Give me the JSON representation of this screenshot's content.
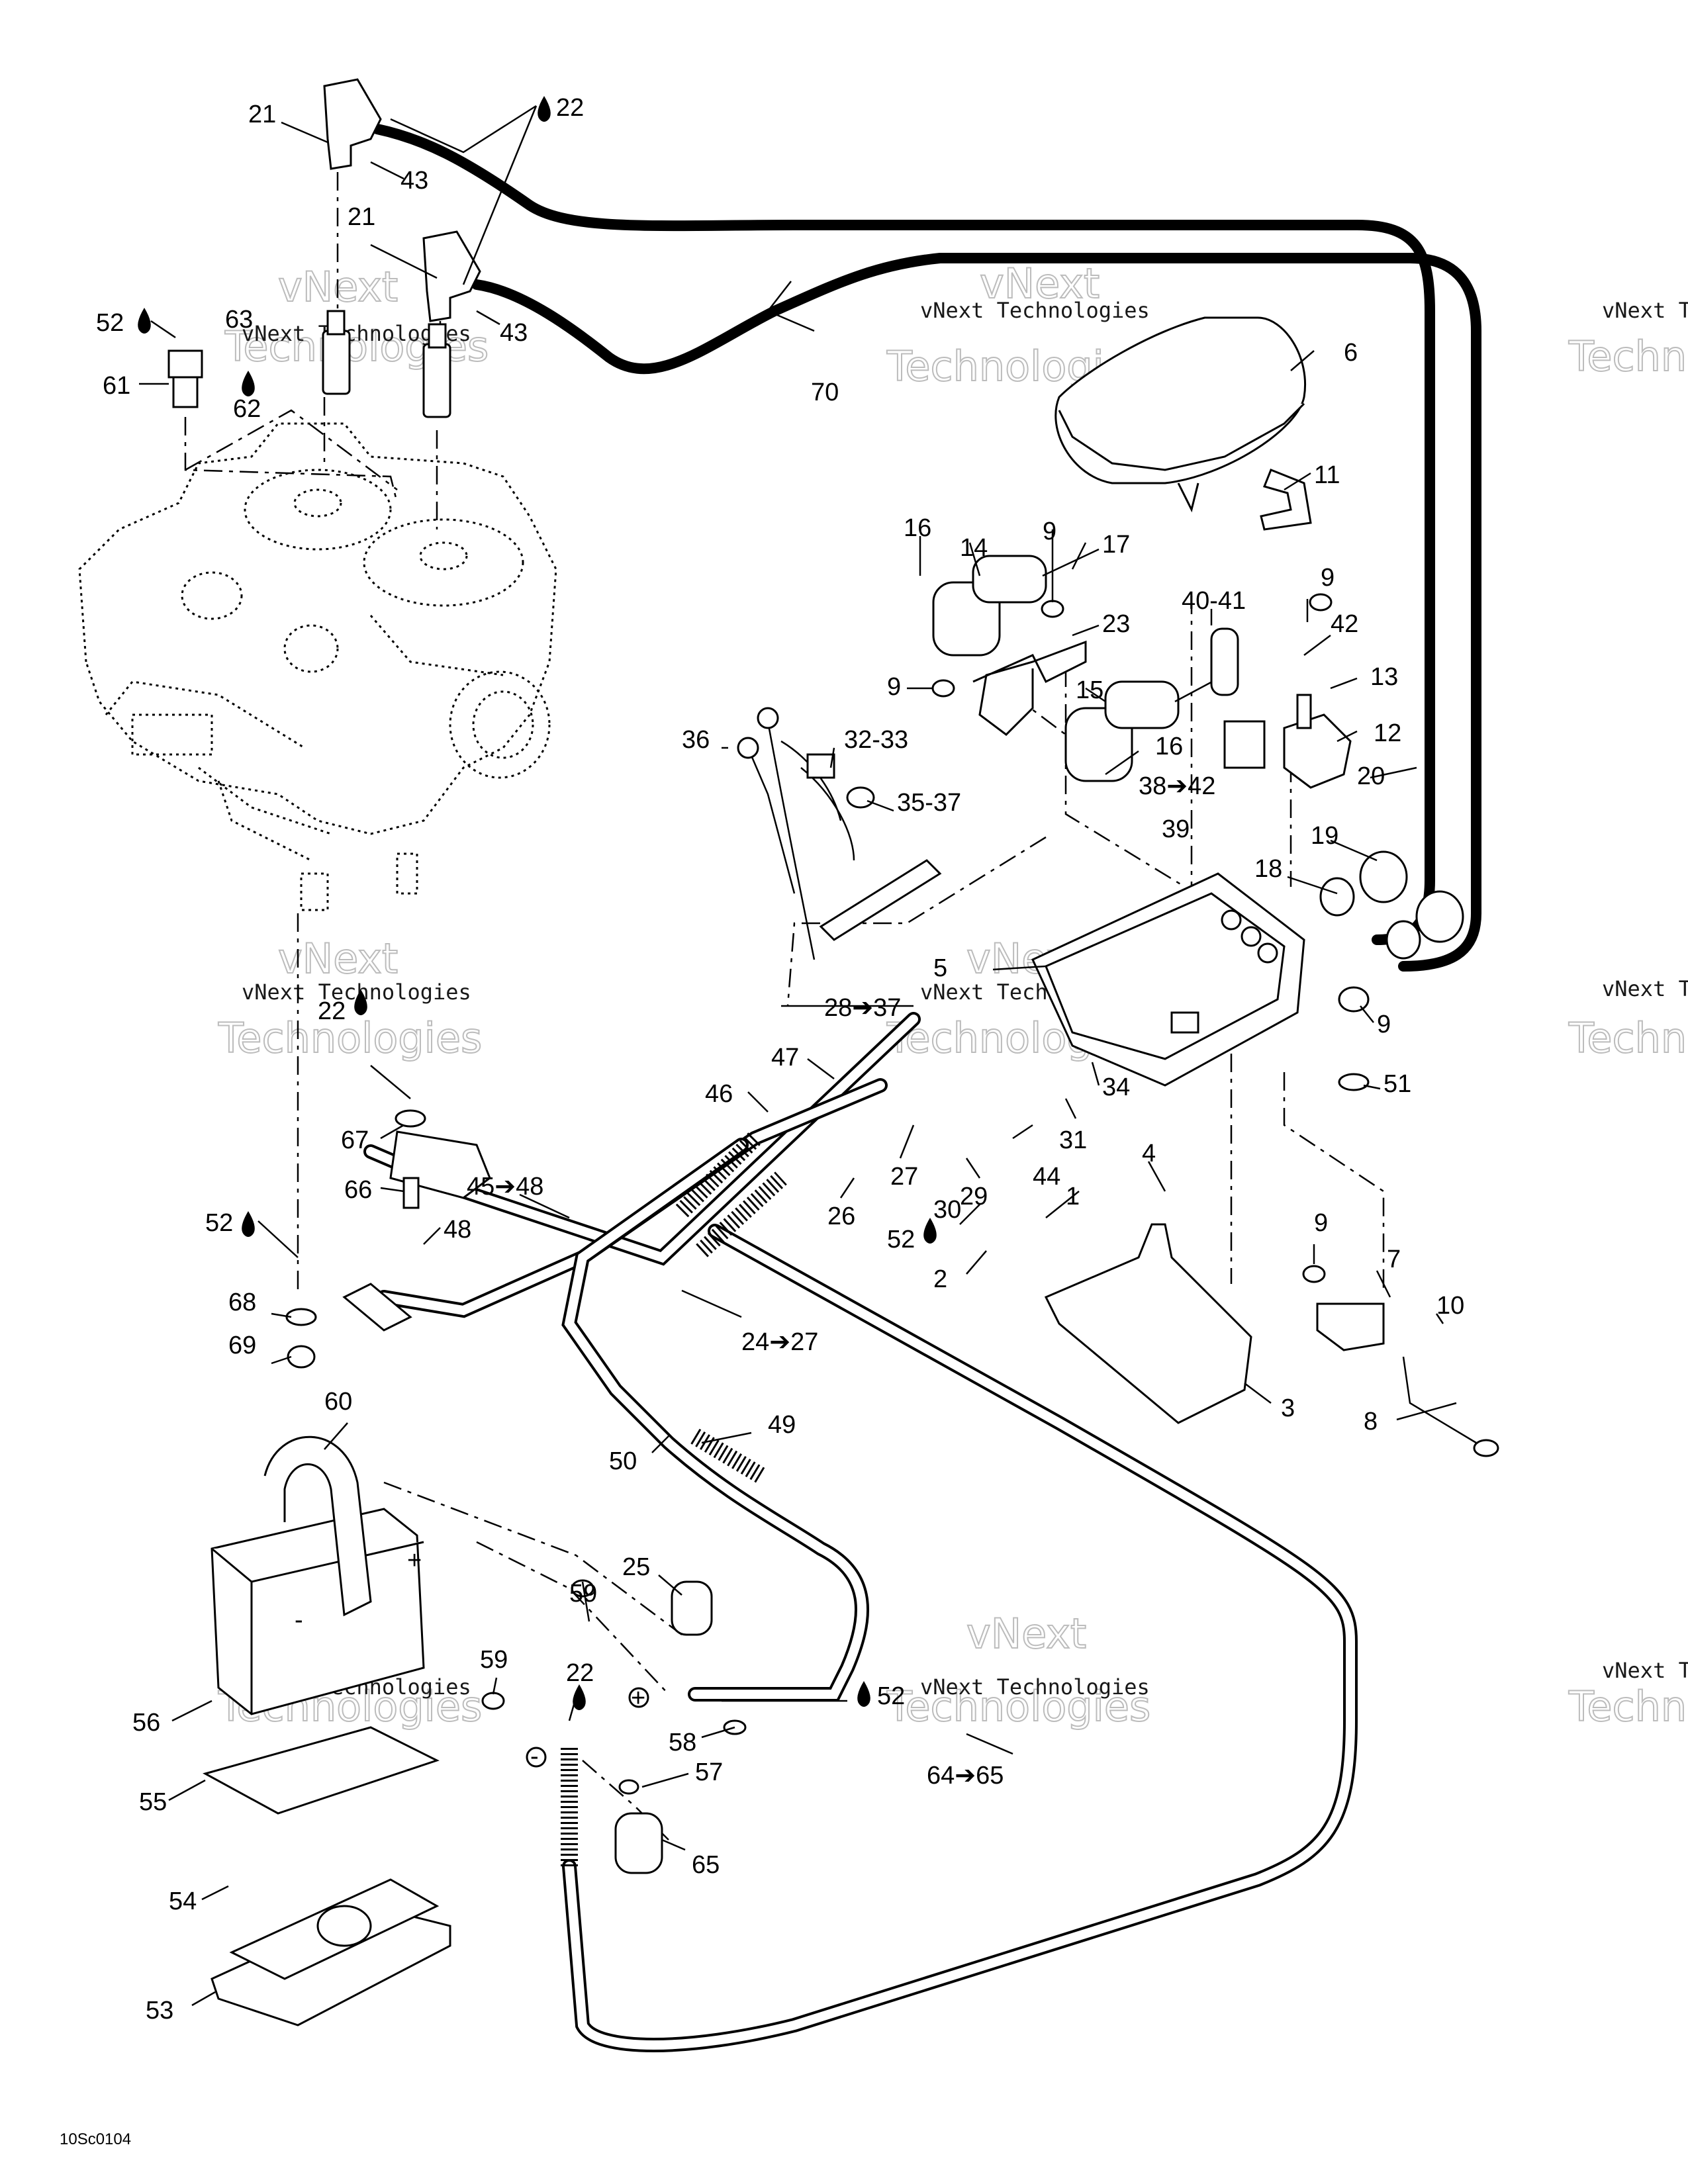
{
  "diagram": {
    "code": "10Sc0104",
    "watermark": {
      "line1": "vNext Technologies",
      "line2": "vNext",
      "line3": "Technologies"
    },
    "labels": [
      "21",
      "22",
      "43",
      "21",
      "43",
      "52",
      "63",
      "61",
      "62",
      "70",
      "6",
      "11",
      "16",
      "14",
      "9",
      "17",
      "23",
      "9",
      "15",
      "16",
      "40-41",
      "9",
      "42",
      "13",
      "12",
      "20",
      "38➔42",
      "39",
      "36",
      "32-33",
      "35-37",
      "19",
      "18",
      "5",
      "28➔37",
      "22",
      "9",
      "51",
      "47",
      "46",
      "34",
      "31",
      "44",
      "67",
      "66",
      "45➔48",
      "48",
      "52",
      "27",
      "26",
      "29",
      "30",
      "52",
      "1",
      "2",
      "4",
      "9",
      "7",
      "10",
      "68",
      "69",
      "24➔27",
      "3",
      "8",
      "60",
      "49",
      "50",
      "25",
      "59",
      "59",
      "22",
      "52",
      "56",
      "58",
      "57",
      "64➔65",
      "55",
      "65",
      "54",
      "53"
    ],
    "terminals": {
      "positive": "+",
      "negative": "-"
    }
  }
}
